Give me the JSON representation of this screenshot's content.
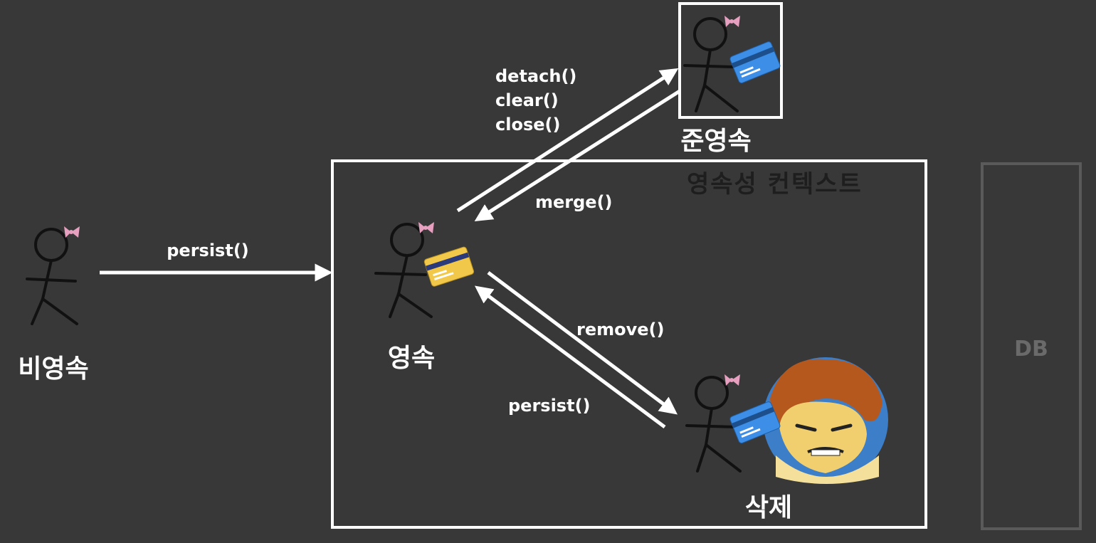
{
  "states": {
    "transient": "비영속",
    "managed": "영속",
    "detached": "준영속",
    "removed": "삭제"
  },
  "context_label": "영속성 컨텍스트",
  "db_label": "DB",
  "methods": {
    "persist_in": "persist()",
    "detach": "detach()",
    "clear": "clear()",
    "close": "close()",
    "merge": "merge()",
    "remove": "remove()",
    "persist_back": "persist()"
  },
  "colors": {
    "background": "#383838",
    "line": "#ffffff",
    "card_blue": "#3d8ee6",
    "card_yellow": "#f2c84b",
    "bow_pink": "#e8a0c0",
    "db_border": "#5a5a5a"
  }
}
